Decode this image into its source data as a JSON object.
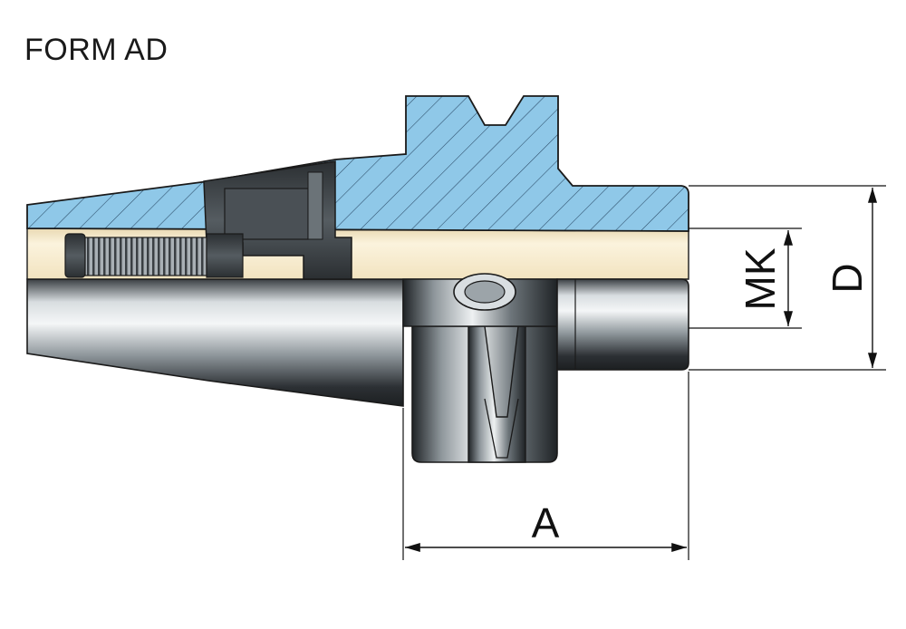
{
  "title": "FORM AD",
  "dimensions": {
    "mk": "MK",
    "d": "D",
    "a": "A"
  },
  "colors": {
    "section": "#8fc8e8",
    "bore": "#f7ebcc",
    "steel_dark": "#2f3336",
    "steel_light": "#e4e8ea",
    "outline": "#1a1a1a"
  }
}
